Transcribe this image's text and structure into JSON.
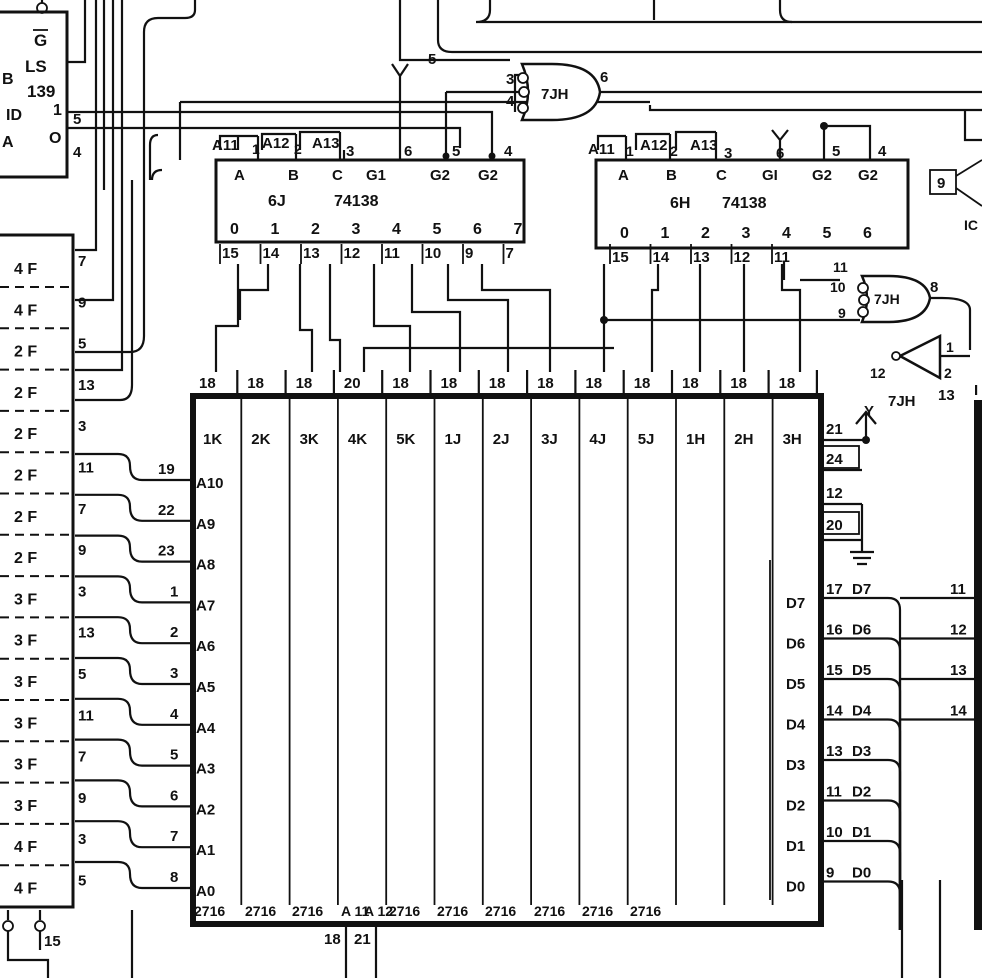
{
  "ls139": {
    "g": "G",
    "ls": "LS",
    "num": "139",
    "b": "B",
    "id": "ID",
    "a": "A",
    "out1": "1",
    "out0": "O",
    "pin5": "5",
    "pin4": "4"
  },
  "left_refs": [
    {
      "chip": "4 F",
      "pin": "7"
    },
    {
      "chip": "4 F",
      "pin": "9"
    },
    {
      "chip": "2 F",
      "pin": "5"
    },
    {
      "chip": "2 F",
      "pin": "13"
    },
    {
      "chip": "2 F",
      "pin": "3"
    },
    {
      "chip": "2 F",
      "pin": "11"
    },
    {
      "chip": "2 F",
      "pin": "7"
    },
    {
      "chip": "2 F",
      "pin": "9"
    },
    {
      "chip": "3 F",
      "pin": "3"
    },
    {
      "chip": "3 F",
      "pin": "13"
    },
    {
      "chip": "3 F",
      "pin": "5"
    },
    {
      "chip": "3 F",
      "pin": "11"
    },
    {
      "chip": "3 F",
      "pin": "7"
    },
    {
      "chip": "3 F",
      "pin": "9"
    },
    {
      "chip": "4 F",
      "pin": "3"
    },
    {
      "chip": "4 F",
      "pin": "5"
    }
  ],
  "bottom_left_pin": "15",
  "addr_pins": [
    {
      "pin": "19",
      "name": "A10"
    },
    {
      "pin": "22",
      "name": "A9"
    },
    {
      "pin": "23",
      "name": "A8"
    },
    {
      "pin": "1",
      "name": "A7"
    },
    {
      "pin": "2",
      "name": "A6"
    },
    {
      "pin": "3",
      "name": "A5"
    },
    {
      "pin": "4",
      "name": "A4"
    },
    {
      "pin": "5",
      "name": "A3"
    },
    {
      "pin": "6",
      "name": "A2"
    },
    {
      "pin": "7",
      "name": "A1"
    },
    {
      "pin": "8",
      "name": "A0"
    }
  ],
  "chips": [
    "1K",
    "2K",
    "3K",
    "4K",
    "5K",
    "1J",
    "2J",
    "3J",
    "4J",
    "5J",
    "1H",
    "2H",
    "3H"
  ],
  "chip_top_pins": [
    "18",
    "18",
    "18",
    "20",
    "18",
    "18",
    "18",
    "18",
    "18",
    "18",
    "18",
    "18",
    "18"
  ],
  "chip_bottom_labels": [
    "2716",
    "2716",
    "2716",
    "A 11",
    "A 12",
    "2716",
    "2716",
    "2716",
    "2716",
    "2716",
    "2716"
  ],
  "chip_bottom_pins": [
    "18",
    "21"
  ],
  "right_top_pins": [
    "21",
    "24",
    "12",
    "20"
  ],
  "y_label": "Y",
  "data_pins": [
    {
      "inner": "D7",
      "pin": "17",
      "name": "D7",
      "far": "11"
    },
    {
      "inner": "D6",
      "pin": "16",
      "name": "D6",
      "far": "12"
    },
    {
      "inner": "D5",
      "pin": "15",
      "name": "D5",
      "far": "13"
    },
    {
      "inner": "D4",
      "pin": "14",
      "name": "D4",
      "far": "14"
    },
    {
      "inner": "D3",
      "pin": "13",
      "name": "D3",
      "far": ""
    },
    {
      "inner": "D2",
      "pin": "11",
      "name": "D2",
      "far": ""
    },
    {
      "inner": "D1",
      "pin": "10",
      "name": "D1",
      "far": ""
    },
    {
      "inner": "D0",
      "pin": "9",
      "name": "D0",
      "far": ""
    }
  ],
  "dec6j": {
    "top": [
      "A11",
      "1",
      "A12",
      "2",
      "A13",
      "3",
      "6",
      "5",
      "4"
    ],
    "inputs": [
      "A",
      "B",
      "C",
      "G1",
      "G2",
      "G2"
    ],
    "name": "6J",
    "part": "74138",
    "outputs": [
      "0",
      "1",
      "2",
      "3",
      "4",
      "5",
      "6",
      "7"
    ],
    "out_pins": [
      "15",
      "14",
      "13",
      "12",
      "11",
      "10",
      "9",
      "7"
    ]
  },
  "dec6h": {
    "top": [
      "A11",
      "1",
      "A12",
      "2",
      "A13",
      "3",
      "6",
      "5",
      "4"
    ],
    "inputs": [
      "A",
      "B",
      "C",
      "GI",
      "G2",
      "G2"
    ],
    "name": "6H",
    "part": "74138",
    "outputs": [
      "0",
      "1",
      "2",
      "3",
      "4",
      "5",
      "6"
    ],
    "out_pins": [
      "15",
      "14",
      "13",
      "12",
      "11"
    ]
  },
  "gate_top": {
    "in1": "3",
    "in2": "4",
    "name": "7JH",
    "out": "6",
    "wire": "5"
  },
  "gate_mid": {
    "in1": "11",
    "in2": "10",
    "in3": "9",
    "name": "7JH",
    "out": "8"
  },
  "inverter": {
    "in": "12",
    "out1": "1",
    "out2": "2",
    "name": "7JH",
    "pin13": "13"
  },
  "far_right": {
    "pin9": "9",
    "pin10": "IC"
  }
}
